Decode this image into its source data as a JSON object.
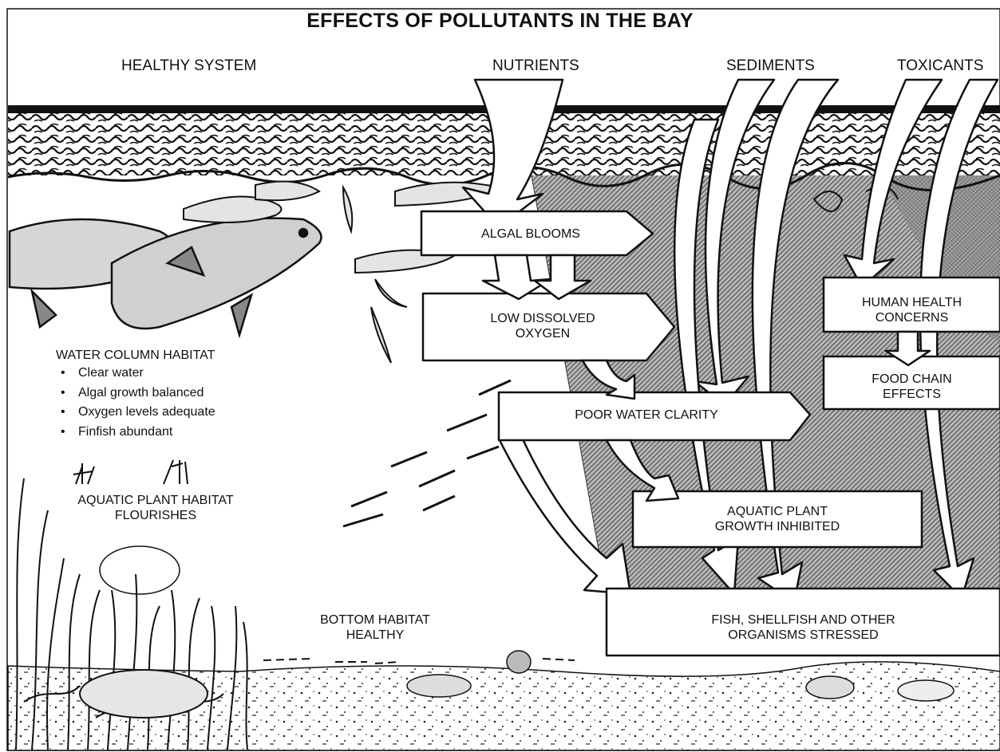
{
  "title": "EFFECTS OF POLLUTANTS IN THE BAY",
  "columns": {
    "healthy": "HEALTHY SYSTEM",
    "nutrients": "NUTRIENTS",
    "sediments": "SEDIMENTS",
    "toxicants": "TOXICANTS"
  },
  "water_column": {
    "heading": "WATER COLUMN HABITAT",
    "bullets": [
      "Clear water",
      "Algal growth balanced",
      "Oxygen levels adequate",
      "Finfish abundant"
    ]
  },
  "aquatic_plant": "AQUATIC PLANT HABITAT\nFLOURISHES",
  "bottom_habitat": "BOTTOM HABITAT\nHEALTHY",
  "effects": {
    "algal_blooms": "ALGAL BLOOMS",
    "low_oxygen": "LOW DISSOLVED\nOXYGEN",
    "poor_clarity": "POOR WATER CLARITY",
    "plant_growth": "AQUATIC PLANT\nGROWTH INHIBITED",
    "fish_stressed": "FISH, SHELLFISH AND OTHER\nORGANISMS STRESSED",
    "human_health": "HUMAN HEALTH\nCONCERNS",
    "food_chain": "FOOD CHAIN\nEFFECTS"
  },
  "colors": {
    "ink": "#111111",
    "paper": "#ffffff",
    "shade": "#9a9a9a"
  }
}
